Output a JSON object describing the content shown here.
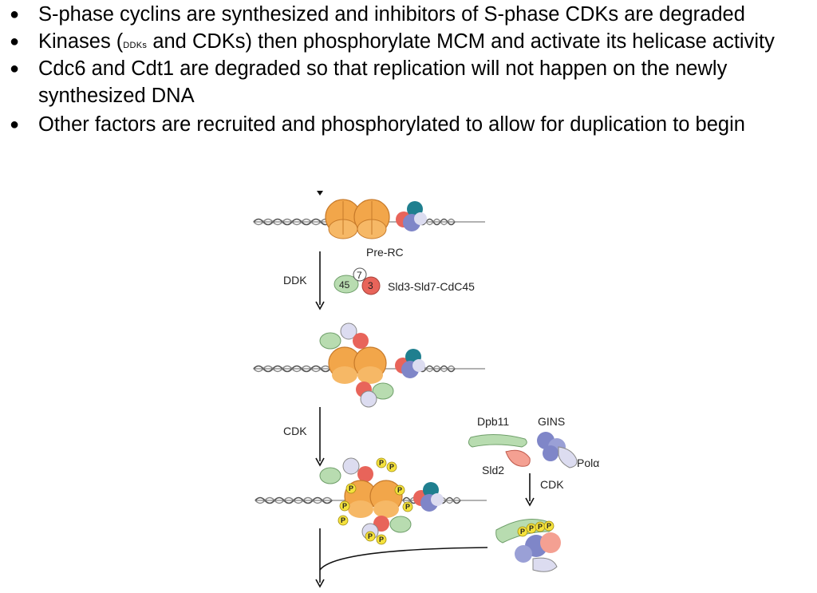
{
  "bullets": [
    {
      "text": "S-phase cyclins are synthesized and inhibitors of S-phase CDKs are degraded"
    },
    {
      "pre": "Kinases (",
      "small": "DDKs",
      "post": " and CDKs) then phosphorylate MCM and activate its helicase activity"
    },
    {
      "line1": "Cdc6 and Cdt1 are degraded so that replication will not happen on the newly",
      "line2": "synthesized DNA"
    },
    {
      "text": "Other factors are recruited and phosphorylated to allow for duplication to begin"
    }
  ],
  "diagram": {
    "pre_rc": "Pre-RC",
    "ddk": "DDK",
    "sld_complex": "Sld3-Sld7-CdC45",
    "sld_45": "45",
    "sld_7": "7",
    "sld_3": "3",
    "cdk_left": "CDK",
    "dpb11": "Dpb11",
    "gins": "GINS",
    "sld2": "Sld2",
    "pol": "Polα",
    "cdk_right": "CDK",
    "phospho": "P"
  },
  "colors": {
    "mcm": "#f2a64a",
    "green": "#b8dcb0",
    "red": "#e8645a",
    "lavender": "#dcdcf0",
    "blue_purple": "#7f86c8",
    "teal": "#1f7f8f",
    "yellow_p": "#f5e23c"
  }
}
